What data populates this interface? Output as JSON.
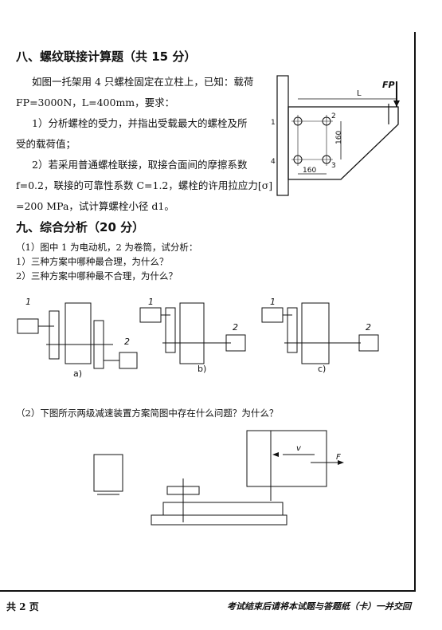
{
  "section8": {
    "heading": "八、螺纹联接计算题（共 15 分）",
    "line1": "如图一托架用 4 只螺栓固定在立柱上，已知：载荷",
    "line2": "FP=3000N，L=400mm，要求：",
    "line3": "1）分析螺栓的受力，并指出受载最大的螺栓及所",
    "line4": "受的载荷值；",
    "line5": "2）若采用普通螺栓联接，取接合面间的摩擦系数",
    "line6": "f=0.2，联接的可靠性系数 C=1.2，螺栓的许用拉应力[σ]",
    "line7": "=200 MPa，试计算螺栓小径 d1。",
    "figure": {
      "force_label": "FP",
      "L_label": "L",
      "dim_vertical": "160",
      "dim_horizontal": "160",
      "bolt_labels": [
        "1",
        "2",
        "3",
        "4"
      ]
    }
  },
  "section9": {
    "heading": "九、综合分析（20 分）",
    "q1_intro": "（1）图中 1 为电动机，2 为卷筒，试分析：",
    "q1_a": "1）三种方案中哪种最合理，为什么？",
    "q1_b": "2）三种方案中哪种最不合理，为什么？",
    "scheme_labels": [
      "a)",
      "b)",
      "c)"
    ],
    "motor_label": "1",
    "drum_label": "2",
    "q2": "（2）下图所示两级减速装置方案简图中存在什么问题？为什么？",
    "conveyor": {
      "v_label": "v",
      "f_label": "F"
    }
  },
  "footer": {
    "page_count": "共 2 页",
    "note": "考试结束后请将本试题与答题纸（卡）一并交回"
  }
}
